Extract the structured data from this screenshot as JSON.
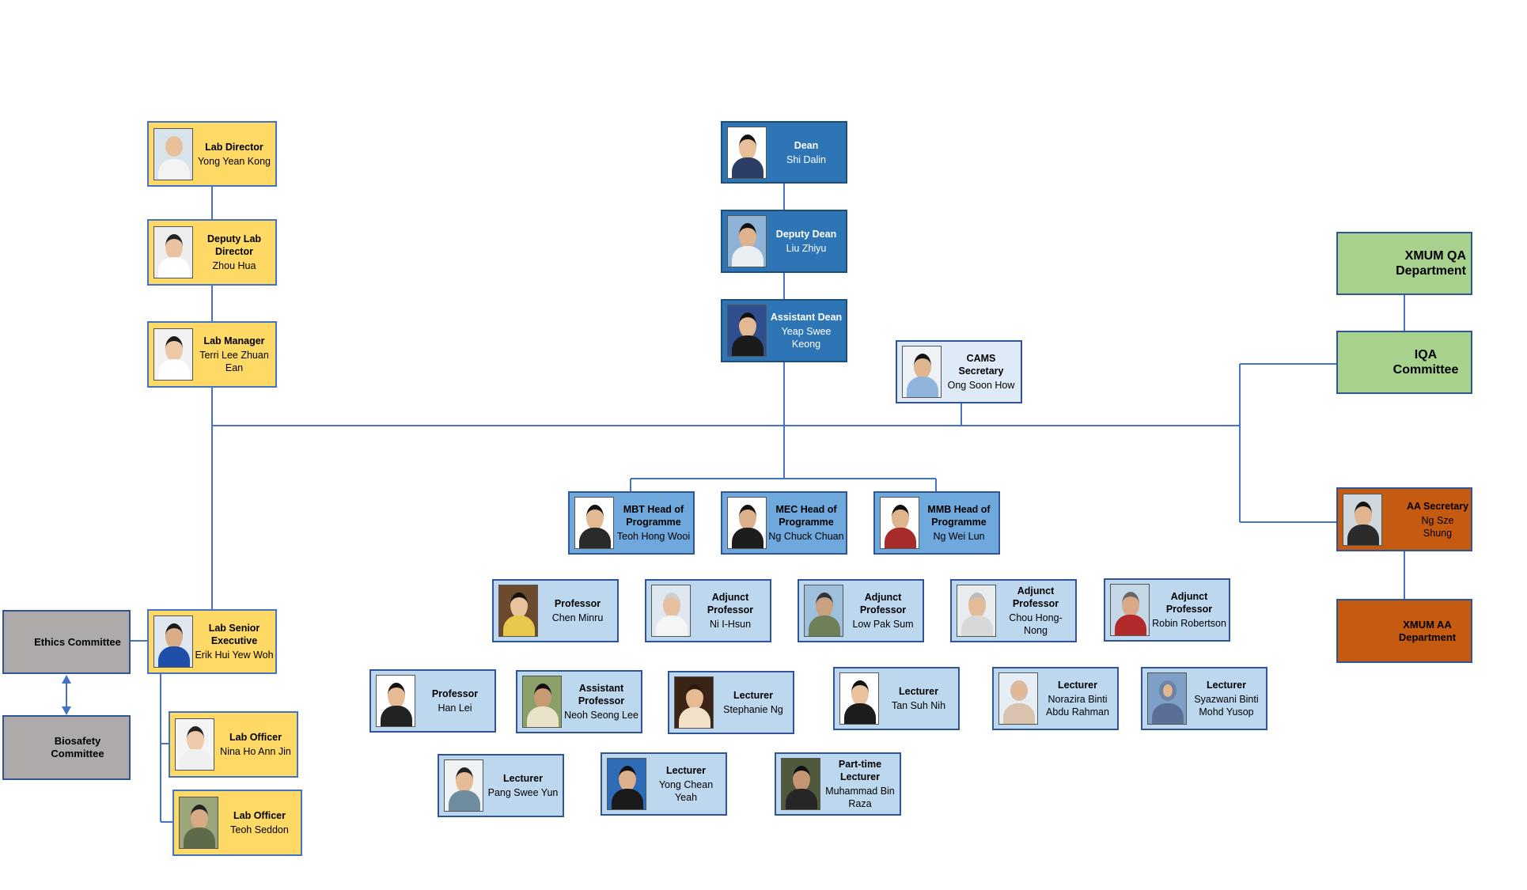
{
  "colors": {
    "line": "#4472C4",
    "yellow": "#FFD966",
    "dark_blue": "#2E75B6",
    "medium_blue": "#6FA8DC",
    "light_blue": "#BDD7EE",
    "gray": "#AEAAAA",
    "green": "#A9D18E",
    "orange": "#C55A11"
  },
  "lab": {
    "director": {
      "title": "Lab Director",
      "name": "Yong Yean Kong"
    },
    "deputy": {
      "title": "Deputy Lab Director",
      "name": "Zhou Hua"
    },
    "manager": {
      "title": "Lab Manager",
      "name": "Terri Lee Zhuan Ean"
    },
    "senior": {
      "title": "Lab Senior Executive",
      "name": "Erik Hui Yew Woh"
    },
    "officer1": {
      "title": "Lab Officer",
      "name": "Nina Ho Ann Jin"
    },
    "officer2": {
      "title": "Lab Officer",
      "name": "Teoh Seddon"
    }
  },
  "committees": {
    "ethics": "Ethics Committee",
    "biosafety": "Biosafety Committee"
  },
  "deans": {
    "dean": {
      "title": "Dean",
      "name": "Shi Dalin"
    },
    "deputy": {
      "title": "Deputy Dean",
      "name": "Liu Zhiyu"
    },
    "assistant": {
      "title": "Assistant Dean",
      "name": "Yeap Swee Keong"
    },
    "secretary": {
      "title": "CAMS Secretary",
      "name": "Ong Soon How"
    }
  },
  "programmes": {
    "mbt": {
      "title": "MBT Head of Programme",
      "name": "Teoh Hong Wooi"
    },
    "mec": {
      "title": "MEC Head of Programme",
      "name": "Ng Chuck Chuan"
    },
    "mmb": {
      "title": "MMB Head of Programme",
      "name": "Ng Wei Lun"
    }
  },
  "staff_row1": [
    {
      "title": "Professor",
      "name": "Chen Minru"
    },
    {
      "title": "Adjunct Professor",
      "name": "Ni I-Hsun"
    },
    {
      "title": "Adjunct Professor",
      "name": "Low Pak Sum"
    },
    {
      "title": "Adjunct Professor",
      "name": "Chou Hong-Nong"
    },
    {
      "title": "Adjunct Professor",
      "name": "Robin Robertson"
    }
  ],
  "staff_row2": [
    {
      "title": "Professor",
      "name": "Han Lei"
    },
    {
      "title": "Assistant Professor",
      "name": "Neoh Seong Lee"
    },
    {
      "title": "Lecturer",
      "name": "Stephanie Ng"
    },
    {
      "title": "Lecturer",
      "name": "Tan Suh Nih"
    },
    {
      "title": "Lecturer",
      "name": "Norazira Binti Abdu Rahman"
    },
    {
      "title": "Lecturer",
      "name": "Syazwani Binti Mohd Yusop"
    }
  ],
  "staff_row3": [
    {
      "title": "Lecturer",
      "name": "Pang Swee Yun"
    },
    {
      "title": "Lecturer",
      "name": "Yong Chean Yeah"
    },
    {
      "title": "Part-time Lecturer",
      "name": "Muhammad Bin Raza"
    }
  ],
  "qa": {
    "xmum_qa": "XMUM QA Department",
    "iqa": "IQA Committee",
    "aa_secretary": {
      "title": "AA Secretary",
      "name": "Ng Sze Shung"
    },
    "xmum_aa": "XMUM AA Department"
  }
}
